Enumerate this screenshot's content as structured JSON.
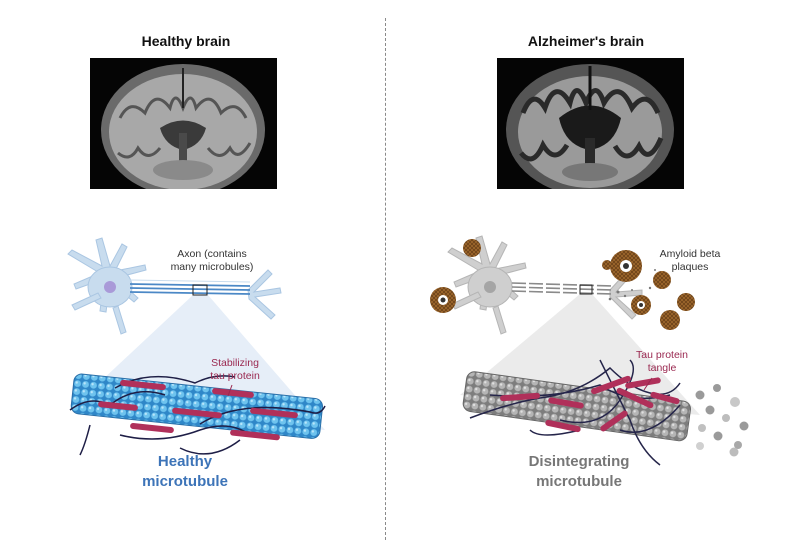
{
  "left": {
    "title": "Healthy brain",
    "axon_label_line1": "Axon (contains",
    "axon_label_line2": "many microbules)",
    "tau_label_line1": "Stabilizing",
    "tau_label_line2": "tau protein",
    "caption_line1": "Healthy",
    "caption_line2": "microtubule"
  },
  "right": {
    "title": "Alzheimer's brain",
    "plaque_label_line1": "Amyloid beta",
    "plaque_label_line2": "plaques",
    "tangle_label_line1": "Tau protein",
    "tangle_label_line2": "tangle",
    "caption_line1": "Disintegrating",
    "caption_line2": "microtubule"
  },
  "colors": {
    "healthy_blue": "#3d74b8",
    "tau_red": "#b0305a",
    "disintegrating_gray": "#777777",
    "plaque_brown": "#a0692e",
    "neuron_healthy": "#c8dcee",
    "neuron_alz": "#cfcfcf"
  },
  "icons": [
    "healthy-neuron-icon",
    "alzheimer-neuron-icon",
    "amyloid-plaque-icon",
    "microtubule-icon"
  ]
}
